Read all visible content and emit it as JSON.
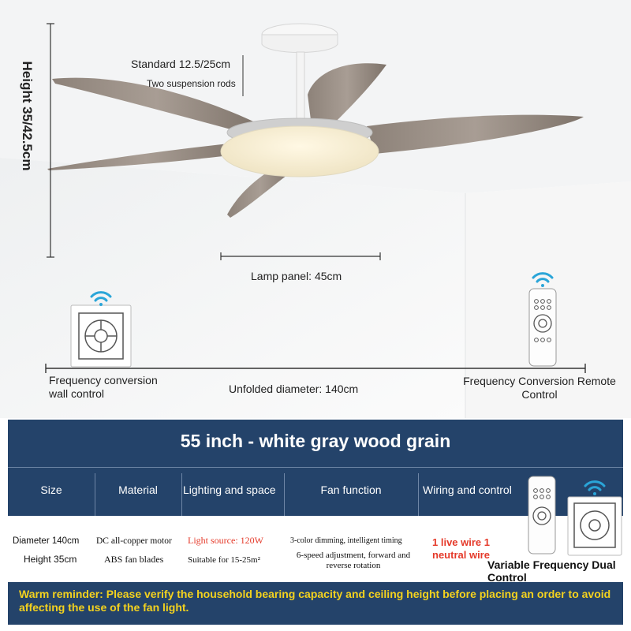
{
  "dimensions": {
    "height": "Height 35/42.5cm",
    "rod_standard": "Standard 12.5/25cm",
    "rod_note": "Two suspension rods",
    "lamp_panel": "Lamp panel: 45cm",
    "unfolded": "Unfolded diameter: 140cm"
  },
  "controls": {
    "wall_control_line1": "Frequency conversion",
    "wall_control_line2": "wall control",
    "remote_line1": "Frequency Conversion Remote",
    "remote_line2": "Control"
  },
  "spec": {
    "title": "55 inch - white gray wood grain",
    "headers": [
      "Size",
      "Material",
      "Lighting and space",
      "Fan function",
      "Wiring and control"
    ],
    "size": [
      "Diameter 140cm",
      "Height 35cm"
    ],
    "material": [
      "DC all-copper motor",
      "ABS fan blades"
    ],
    "lighting": [
      "Light source: 120W",
      "Suitable for 15-25m²"
    ],
    "fan_function": [
      "3-color dimming, intelligent timing",
      "6-speed adjustment, forward and reverse rotation"
    ],
    "wiring": "1 live wire 1 neutral wire",
    "control": "Variable Frequency Dual Control",
    "warning": "Warm reminder: Please verify the household bearing capacity and ceiling height before placing an order to avoid affecting the use of the fan light."
  },
  "colors": {
    "panel": "#24436a",
    "warning_text": "#f4d21e",
    "accent_red": "#e53a2a",
    "wifi": "#2aa5d8"
  }
}
